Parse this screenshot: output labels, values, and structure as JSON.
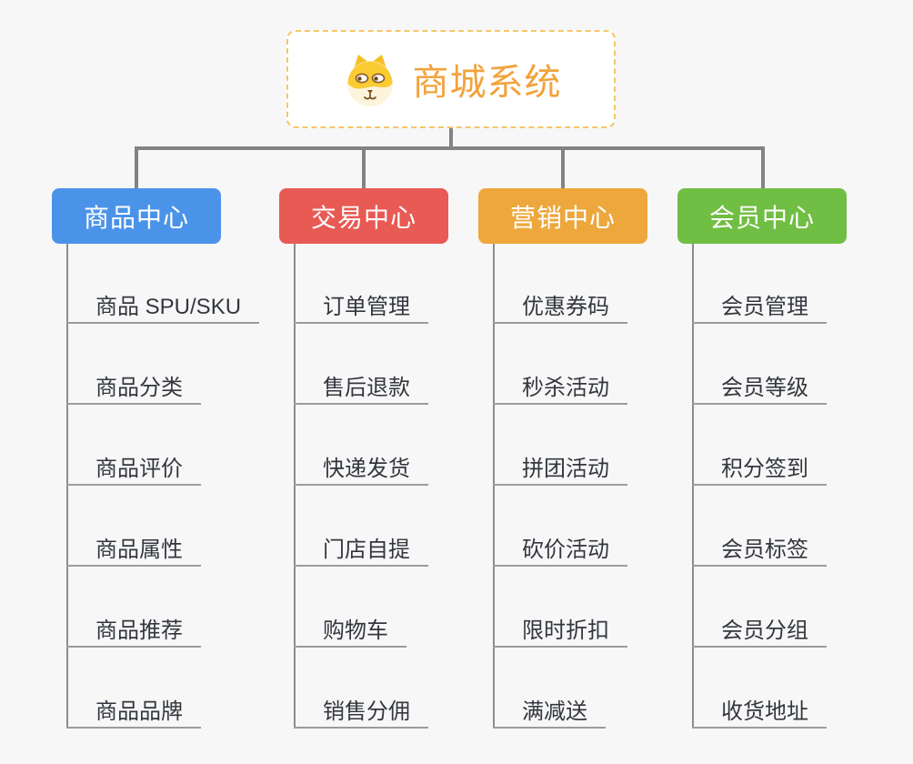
{
  "root": {
    "title": "商城系统",
    "icon": "dog-face-icon"
  },
  "columns": [
    {
      "label": "商品中心",
      "color": "#4b93e8",
      "items": [
        "商品 SPU/SKU",
        "商品分类",
        "商品评价",
        "商品属性",
        "商品推荐",
        "商品品牌"
      ]
    },
    {
      "label": "交易中心",
      "color": "#e85a54",
      "items": [
        "订单管理",
        "售后退款",
        "快递发货",
        "门店自提",
        "购物车",
        "销售分佣"
      ]
    },
    {
      "label": "营销中心",
      "color": "#eda73c",
      "items": [
        "优惠券码",
        "秒杀活动",
        "拼团活动",
        "砍价活动",
        "限时折扣",
        "满减送"
      ]
    },
    {
      "label": "会员中心",
      "color": "#70be44",
      "items": [
        "会员管理",
        "会员等级",
        "积分签到",
        "会员标签",
        "会员分组",
        "收货地址"
      ]
    }
  ],
  "colors": {
    "background": "#f7f7f8",
    "root_border": "#f6c66a",
    "root_title": "#f2a33c",
    "branch_blue": "#4b93e8",
    "branch_red": "#e85a54",
    "branch_orange": "#eda73c",
    "branch_green": "#70be44",
    "connector_line": "#838383",
    "leaf_underline": "#9c9c9c",
    "leaf_text": "#33373d"
  }
}
